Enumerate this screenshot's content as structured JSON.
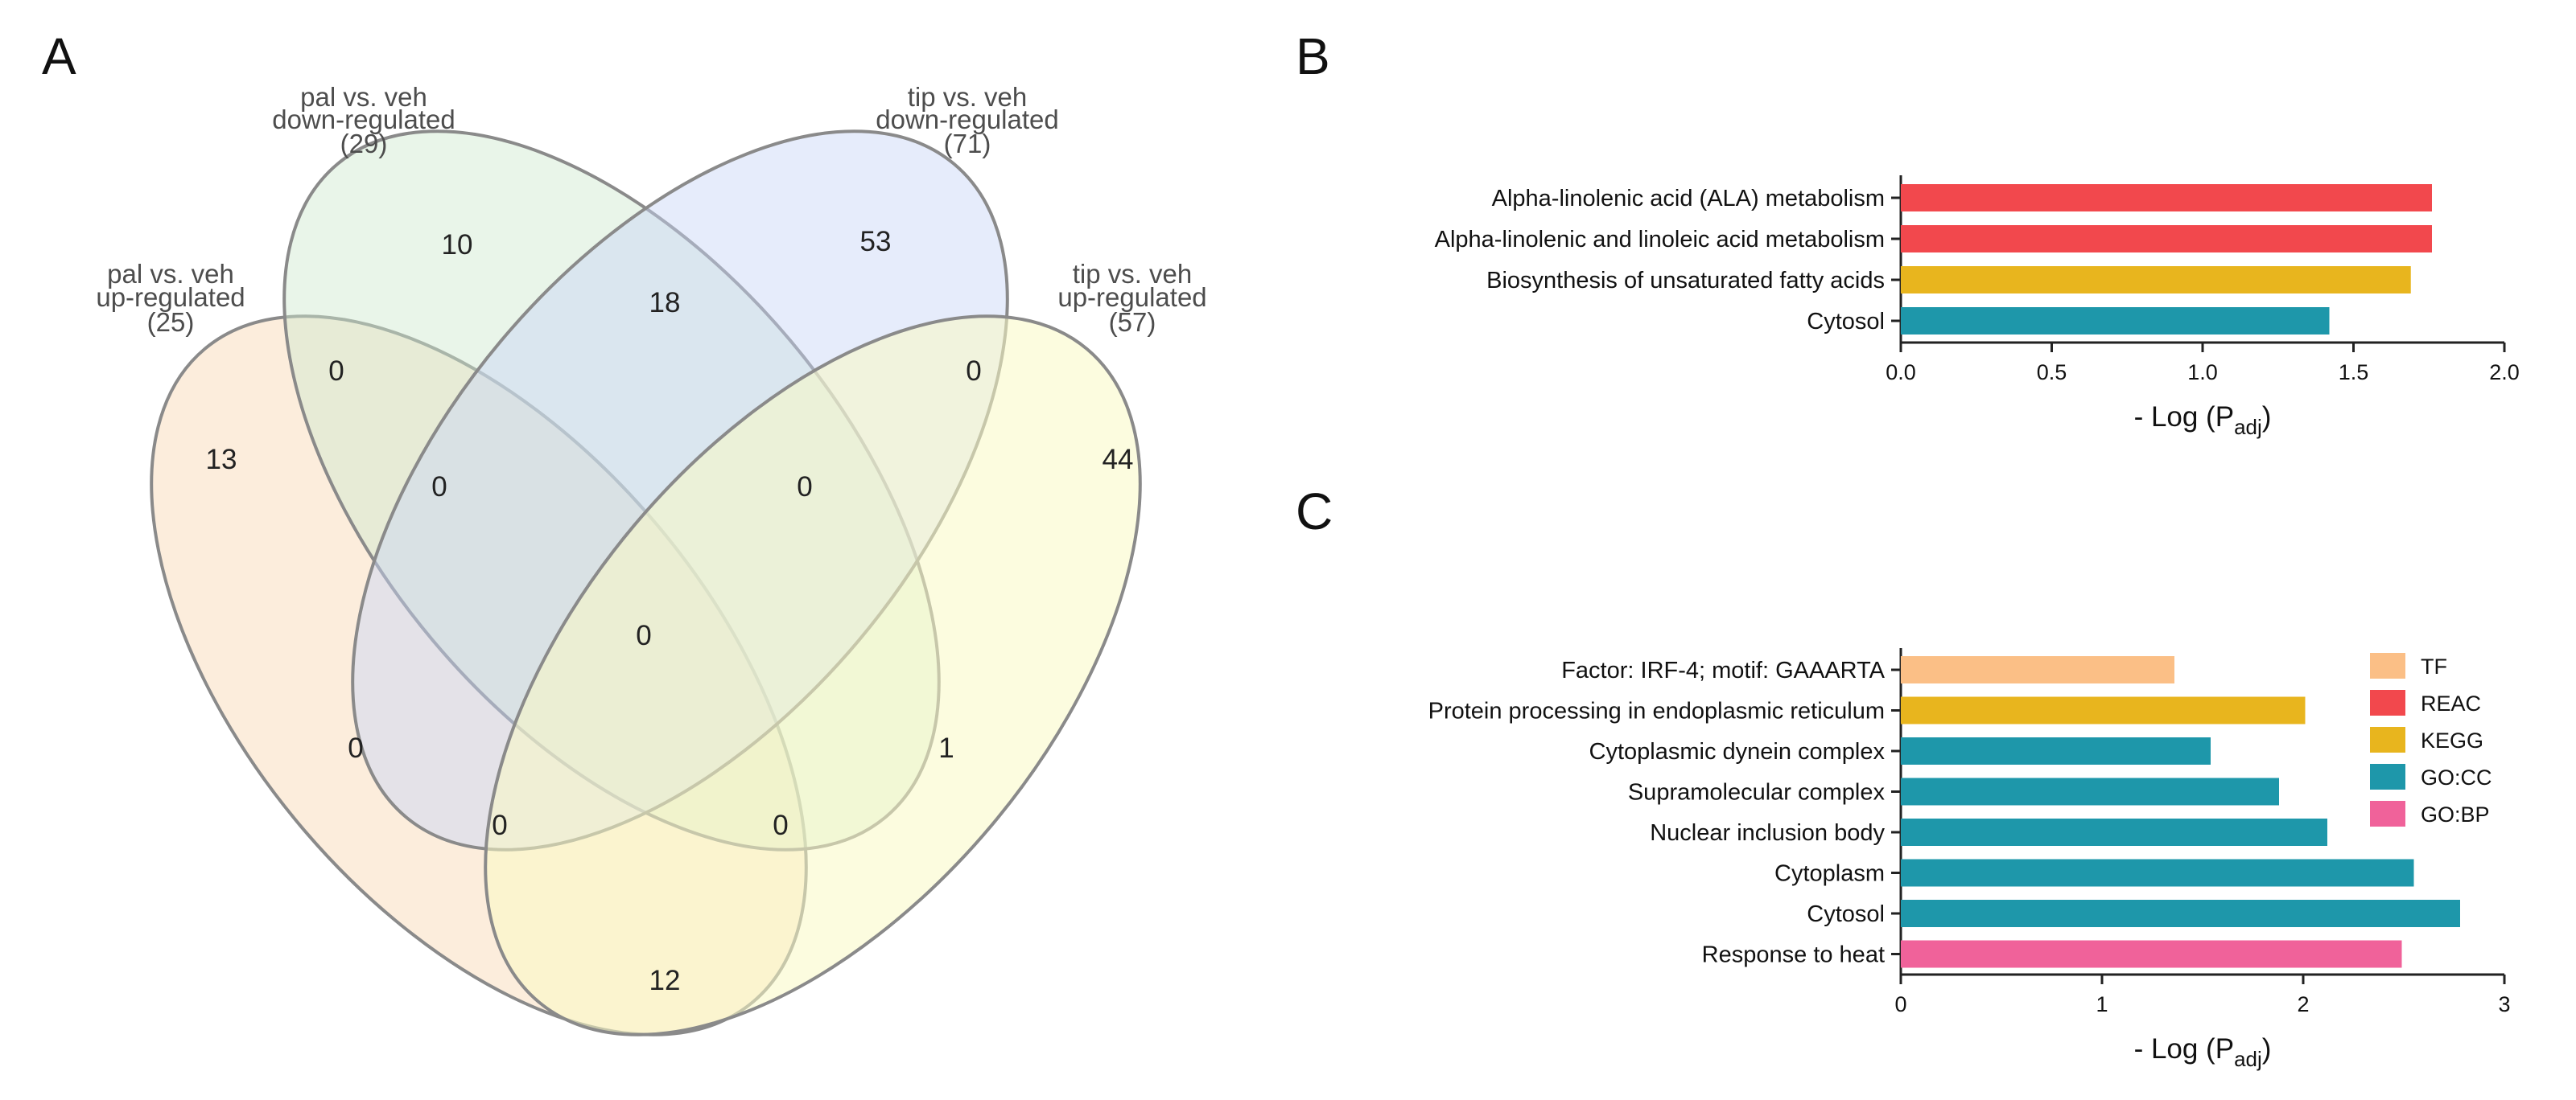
{
  "panels": {
    "a": "A",
    "b": "B",
    "c": "C"
  },
  "venn": {
    "sets": [
      {
        "line1": "pal vs. veh",
        "line2": "up-regulated",
        "count": "(25)",
        "color": "#f9dfc0"
      },
      {
        "line1": "pal vs. veh",
        "line2": "down-regulated",
        "count": "(29)",
        "color": "#cfe9cf"
      },
      {
        "line1": "tip vs. veh",
        "line2": "down-regulated",
        "count": "(71)",
        "color": "#c8d5f7"
      },
      {
        "line1": "tip vs. veh",
        "line2": "up-regulated",
        "count": "(57)",
        "color": "#fafac4"
      }
    ],
    "regions": [
      {
        "sets": [
          "pal up"
        ],
        "value": "13"
      },
      {
        "sets": [
          "pal down"
        ],
        "value": "10"
      },
      {
        "sets": [
          "tip down"
        ],
        "value": "53"
      },
      {
        "sets": [
          "tip up"
        ],
        "value": "44"
      },
      {
        "sets": [
          "pal up",
          "pal down"
        ],
        "value": "0"
      },
      {
        "sets": [
          "pal down",
          "tip down"
        ],
        "value": "18"
      },
      {
        "sets": [
          "tip down",
          "tip up"
        ],
        "value": "0"
      },
      {
        "sets": [
          "pal up",
          "pal down",
          "tip down"
        ],
        "value": "0"
      },
      {
        "sets": [
          "pal down",
          "tip down",
          "tip up"
        ],
        "value": "0"
      },
      {
        "sets": [
          "pal up",
          "pal down",
          "tip down",
          "tip up"
        ],
        "value": "0"
      },
      {
        "sets": [
          "pal up",
          "tip down"
        ],
        "value": "0"
      },
      {
        "sets": [
          "pal down",
          "tip up"
        ],
        "value": "1"
      },
      {
        "sets": [
          "pal up",
          "tip down",
          "tip up"
        ],
        "value": "0"
      },
      {
        "sets": [
          "pal up",
          "pal down",
          "tip up"
        ],
        "value": "0"
      },
      {
        "sets": [
          "pal up",
          "tip up"
        ],
        "value": "12"
      }
    ]
  },
  "chart_data": [
    {
      "panel": "B",
      "type": "bar",
      "orientation": "horizontal",
      "categories": [
        "Alpha-linolenic acid (ALA) metabolism",
        "Alpha-linolenic and linoleic acid metabolism",
        "Biosynthesis of unsaturated fatty acids",
        "Cytosol"
      ],
      "values": [
        1.76,
        1.76,
        1.69,
        1.42
      ],
      "sources": [
        "REAC",
        "REAC",
        "KEGG",
        "GO:CC"
      ],
      "xlabel": "- Log (P",
      "xlabel_sub": "adj",
      "xlabel_close": ")",
      "xlim": [
        0,
        2.0
      ],
      "xticks": [
        "0.0",
        "0.5",
        "1.0",
        "1.5",
        "2.0"
      ],
      "grid": false
    },
    {
      "panel": "C",
      "type": "bar",
      "orientation": "horizontal",
      "categories": [
        "Factor: IRF-4; motif: GAAARTA",
        "Protein processing in endoplasmic reticulum",
        "Cytoplasmic dynein complex",
        "Supramolecular complex",
        "Nuclear inclusion body",
        "Cytoplasm",
        "Cytosol",
        "Response to heat"
      ],
      "values": [
        1.36,
        2.01,
        1.54,
        1.88,
        2.12,
        2.55,
        2.78,
        2.49
      ],
      "sources": [
        "TF",
        "KEGG",
        "GO:CC",
        "GO:CC",
        "GO:CC",
        "GO:CC",
        "GO:CC",
        "GO:BP"
      ],
      "xlabel": "- Log (P",
      "xlabel_sub": "adj",
      "xlabel_close": ")",
      "xlim": [
        0,
        3
      ],
      "xticks": [
        "0",
        "1",
        "2",
        "3"
      ],
      "grid": false,
      "legend": {
        "placement": "right",
        "entries": [
          {
            "label": "TF",
            "color": "#fbbf86"
          },
          {
            "label": "REAC",
            "color": "#f2484d"
          },
          {
            "label": "KEGG",
            "color": "#e8b51e"
          },
          {
            "label": "GO:CC",
            "color": "#1e97aa"
          },
          {
            "label": "GO:BP",
            "color": "#f0629a"
          }
        ]
      }
    }
  ]
}
